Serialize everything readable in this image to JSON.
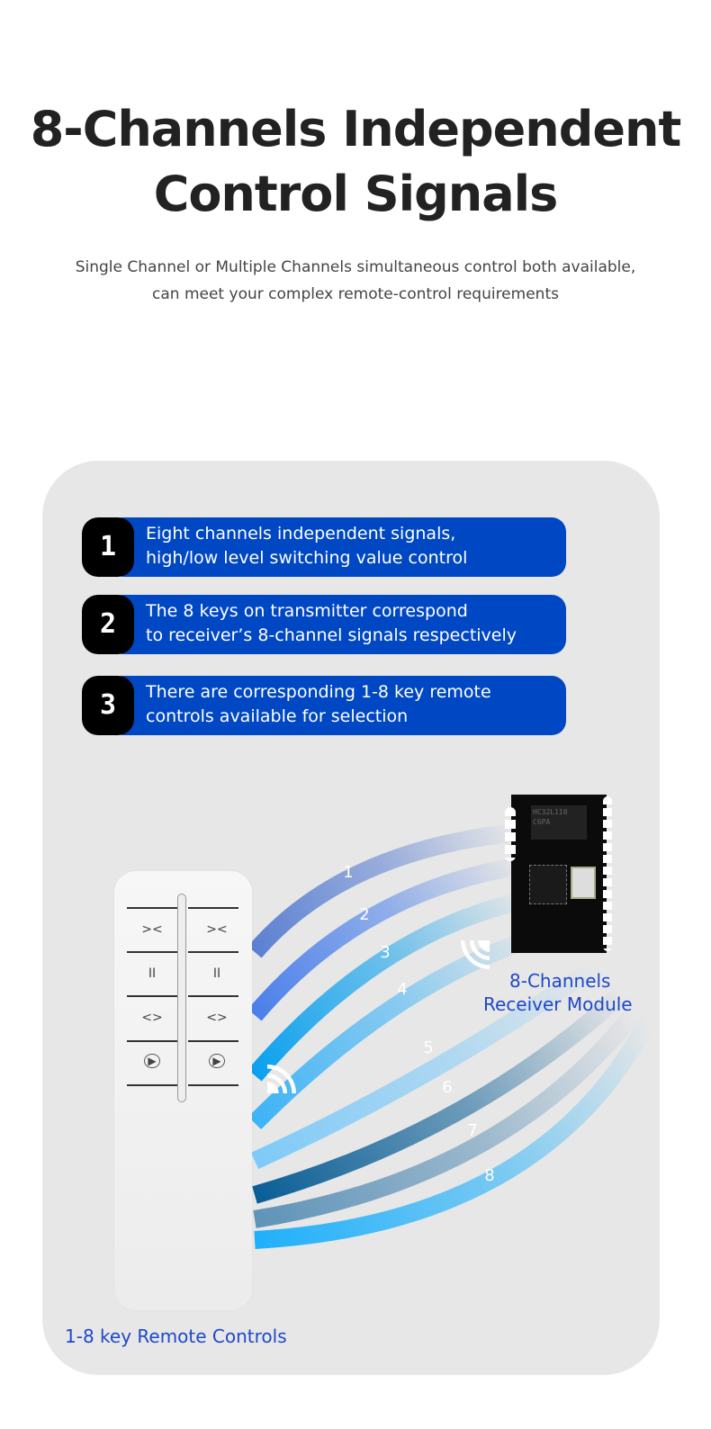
{
  "header": {
    "title_line1": "8-Channels Independent",
    "title_line2": "Control Signals",
    "subtitle_line1": "Single Channel or Multiple Channels simultaneous control both available,",
    "subtitle_line2": "can meet your complex remote-control requirements"
  },
  "features": [
    {
      "num": "1",
      "line1": "Eight channels independent signals,",
      "line2": "high/low level switching value control"
    },
    {
      "num": "2",
      "line1": "The 8 keys on transmitter correspond",
      "line2": "to receiver’s 8-channel signals respectively"
    },
    {
      "num": "3",
      "line1": "There are corresponding 1-8 key remote",
      "line2": "controls available for selection"
    }
  ],
  "remote": {
    "label": "1-8 key Remote Controls",
    "keys": [
      "><",
      "><",
      "II",
      "II",
      "<>",
      "<>",
      "▶",
      "▶"
    ]
  },
  "receiver": {
    "label_line1": "8-Channels",
    "label_line2": "Receiver Module",
    "chip_text": "HC32L110 C6PA"
  },
  "channels": [
    {
      "label": "1",
      "color": "#5b80d2"
    },
    {
      "label": "2",
      "color": "#4a7fea"
    },
    {
      "label": "3",
      "color": "#0aa0ee"
    },
    {
      "label": "4",
      "color": "#3db3f6"
    },
    {
      "label": "5",
      "color": "#7ecaf9"
    },
    {
      "label": "6",
      "color": "#0a5e96"
    },
    {
      "label": "7",
      "color": "#5f93b8"
    },
    {
      "label": "8",
      "color": "#1fb0fb"
    }
  ],
  "colors": {
    "accent": "#0047c4",
    "card": "#e7e7e7",
    "label_blue": "#1e48c8"
  }
}
